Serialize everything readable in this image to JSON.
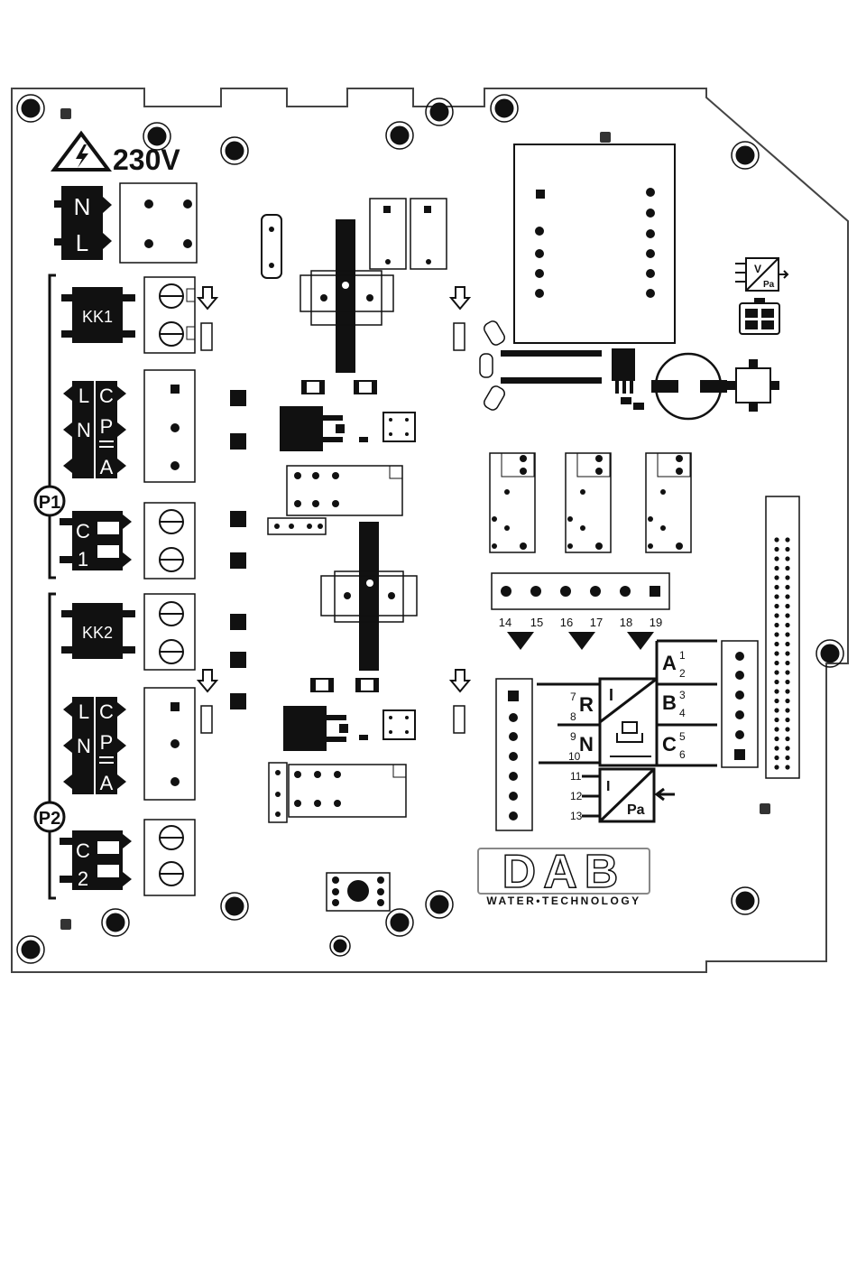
{
  "warning": {
    "voltage": "230V"
  },
  "mains_block": {
    "n": "N",
    "l": "L"
  },
  "pump1": {
    "badge": "P1",
    "contactor": "KK1",
    "sensor": {
      "l": "L",
      "n": "N",
      "c": "C",
      "p": "P",
      "a": "A"
    },
    "cap": {
      "c": "C",
      "n": "1"
    }
  },
  "pump2": {
    "badge": "P2",
    "contactor": "KK2",
    "sensor": {
      "l": "L",
      "n": "N",
      "c": "C",
      "p": "P",
      "a": "A"
    },
    "cap": {
      "c": "C",
      "n": "2"
    }
  },
  "transducer_top": {
    "v": "V",
    "pa": "Pa"
  },
  "relay_terminals": {
    "numbers": [
      "14",
      "15",
      "16",
      "17",
      "18",
      "19"
    ]
  },
  "io_block": {
    "r": "R",
    "n": "N",
    "a": "A",
    "b": "B",
    "c": "C",
    "n7": "7",
    "n8": "8",
    "n9": "9",
    "n10": "10",
    "n1": "1",
    "n2": "2",
    "n3": "3",
    "n4": "4",
    "n5": "5",
    "n6": "6",
    "n11": "11",
    "n12": "12",
    "n13": "13",
    "i": "I",
    "pa": "Pa"
  },
  "brand": {
    "logo": "DAB",
    "tagline": "WATER•TECHNOLOGY"
  },
  "colors": {
    "ink": "#111111",
    "paper": "#ffffff",
    "board_outline": "#444444"
  }
}
